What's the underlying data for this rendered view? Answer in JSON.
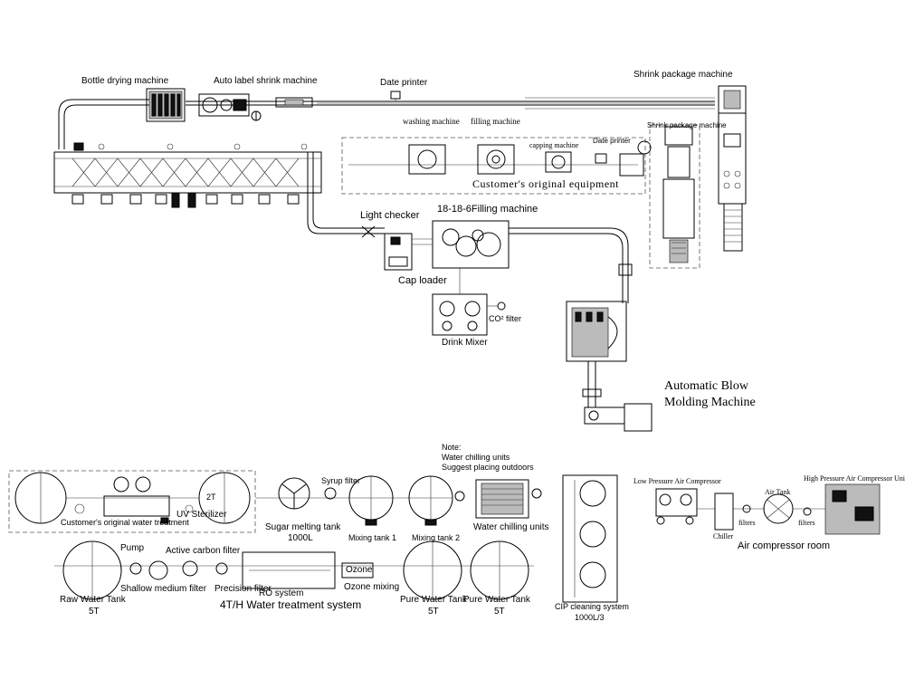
{
  "line_labels": {
    "bottle_drying_machine": "Bottle drying machine",
    "auto_label_shrink_machine": "Auto label shrink machine",
    "date_printer_top": "Date printer",
    "shrink_package_machine": "Shrink package machine",
    "washing_machine": "washing machine",
    "filling_machine": "filling machine",
    "capping_machine": "capping machine",
    "date_printer_inner": "Date printer",
    "shrink_package_machine_inner": "Shrink package machine",
    "customers_original_equipment": "Customer's original equipment",
    "light_checker": "Light checker",
    "filling_machine_1866": "18-18-6Filling machine",
    "cap_loader": "Cap loader",
    "co2_filter": "CO² filter",
    "drink_mixer": "Drink Mixer",
    "automatic_blow_molding_line1": "Automatic Blow",
    "automatic_blow_molding_line2": "Molding Machine"
  },
  "water_labels": {
    "customers_original_water_treatment": "Customer's original water treatment",
    "sugar_melting_tank": "Sugar melting tank",
    "sugar_melting_tank_volume": "1000L",
    "syrup_filter": "Syrup filter",
    "mixing_tank_1": "Mixing tank 1",
    "mixing_tank_2": "Mixing tank 2",
    "note_title": "Note:",
    "note_line1": "Water chilling units",
    "note_line2": "Suggest placing outdoors",
    "water_chilling_units": "Water chilling units",
    "pump": "Pump",
    "uv_sterilizer": "UV Sterilizer",
    "active_carbon_filter": "Active carbon filter",
    "shallow_medium_filter": "Shallow medium filter",
    "precision_filter": "Precision filter",
    "ro_system": "RO system",
    "ozone": "Ozone",
    "ozone_mixing": "Ozone mixing",
    "raw_water_tank": "Raw Water Tank",
    "raw_water_tank_volume": "5T",
    "water_treatment_system": "4T/H Water treatment system",
    "pure_water_tank_1": "Pure Water Tank",
    "pure_water_tank_1_volume": "5T",
    "pure_water_tank_2": "Pure Water Tank",
    "pure_water_tank_2_volume": "5T",
    "cip_cleaning_system": "CIP cleaning system",
    "cip_volume": "1000L/3",
    "tank_2t": "2T"
  },
  "air_labels": {
    "low_pressure_air_compressor": "Low Pressure Air Compressor",
    "air_tank": "Air Tank",
    "high_pressure_air_compressor_unit": "High Pressure Air Compressor Unit",
    "chiller": "Chiller",
    "filters_1": "filters",
    "filters_2": "filters",
    "air_compressor_room": "Air compressor room"
  }
}
